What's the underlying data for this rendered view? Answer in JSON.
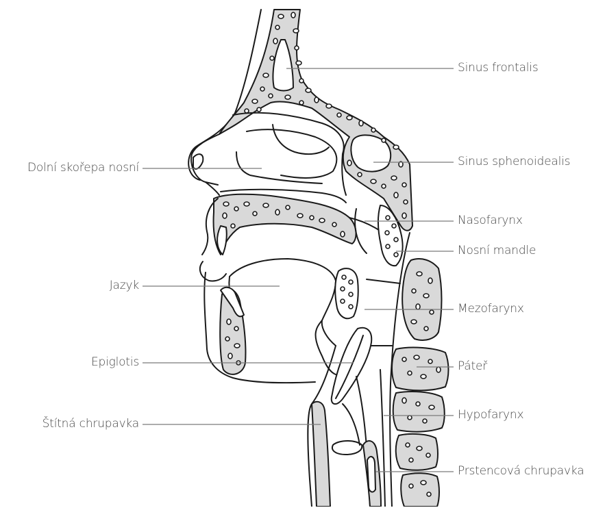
{
  "labels": {
    "sinus_frontalis": "Sinus frontalis",
    "sinus_sphenoidealis": "Sinus sphenoidealis",
    "nasofarynx": "Nasofarynx",
    "nosni_mandle": "Nosní mandle",
    "mezofarynx": "Mezofarynx",
    "pater": "Páteř",
    "hypofarynx": "Hypofarynx",
    "prstencova_chrupavka": "Prstencová chrupavka",
    "dolni_skorepa_nosni": "Dolní skořepa nosní",
    "jazyk": "Jazyk",
    "epiglotis": "Epiglotis",
    "stitna_chrupavka": "Štítná chrupavka"
  },
  "colors": {
    "bone_fill": "#d9d9d9",
    "outline": "#1a1a1a",
    "leader": "#7a7a7a",
    "text": "#4a4a4a"
  }
}
